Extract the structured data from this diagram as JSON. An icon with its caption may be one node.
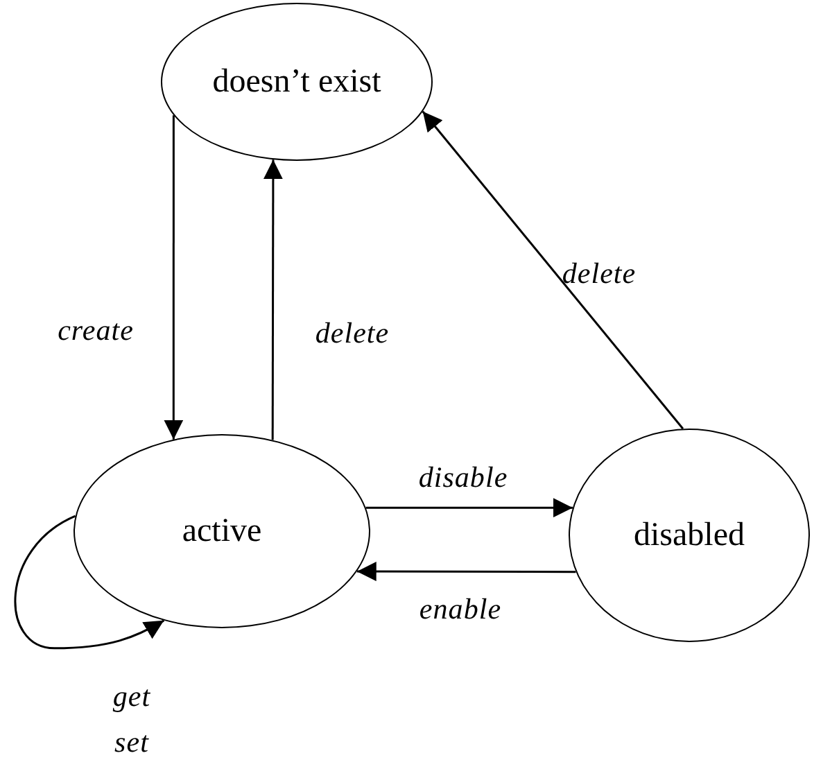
{
  "diagram": {
    "nodes": [
      {
        "text": [
          "doesn’t exist"
        ]
      },
      {
        "text": [
          "active"
        ]
      },
      {
        "text": [
          "disabled"
        ]
      }
    ],
    "edges": [
      {
        "from": 0,
        "to": 1,
        "arrow": "to",
        "label": "create"
      },
      {
        "from": 1,
        "to": 0,
        "arrow": "to",
        "label": "delete"
      },
      {
        "from": 2,
        "to": 0,
        "arrow": "to",
        "label": "delete"
      },
      {
        "from": 1,
        "to": 2,
        "arrow": "to",
        "label": "disable"
      },
      {
        "from": 2,
        "to": 1,
        "arrow": "to",
        "label": "enable"
      },
      {
        "from": 1,
        "to": 1,
        "arrow": "to",
        "label": "get set"
      }
    ]
  }
}
